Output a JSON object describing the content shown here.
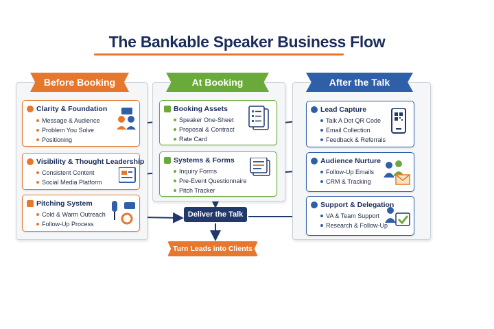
{
  "title": "The Bankable Speaker Business Flow",
  "columns": [
    {
      "heading": "Before Booking",
      "cards": [
        {
          "title": "Clarity & Foundation",
          "items": [
            "Message & Audience",
            "Problem You Solve",
            "Positioning"
          ]
        },
        {
          "title": "Visibility & Thought Leadership",
          "items": [
            "Consistent Content",
            "Social Media Platform"
          ]
        },
        {
          "title": "Pitching System",
          "items": [
            "Cold & Warm Outreach",
            "Follow-Up Process"
          ]
        }
      ]
    },
    {
      "heading": "At Booking",
      "cards": [
        {
          "title": "Booking Assets",
          "items": [
            "Speaker One-Sheet",
            "Proposal & Contract",
            "Rate Card"
          ]
        },
        {
          "title": "Systems & Forms",
          "items": [
            "Inquiry Forms",
            "Pre-Event Questionnaire",
            "Pitch Tracker"
          ]
        }
      ]
    },
    {
      "heading": "After the Talk",
      "cards": [
        {
          "title": "Lead Capture",
          "items": [
            "Talk A Dot QR Code",
            "Email Collection",
            "Feedback & Referrals"
          ]
        },
        {
          "title": "Audience Nurture",
          "items": [
            "Follow-Up Emails",
            "CRM & Tracking"
          ]
        },
        {
          "title": "Support & Delegation",
          "items": [
            "VA & Team Support",
            "Research & Follow-Up"
          ]
        }
      ]
    }
  ],
  "deliver_label": "Deliver the Talk",
  "outcome_label": "Turn Leads into Clients",
  "colors": {
    "orange": "#e8772e",
    "green": "#6aaa3a",
    "blue": "#2f5fa8",
    "navy": "#21386b"
  }
}
